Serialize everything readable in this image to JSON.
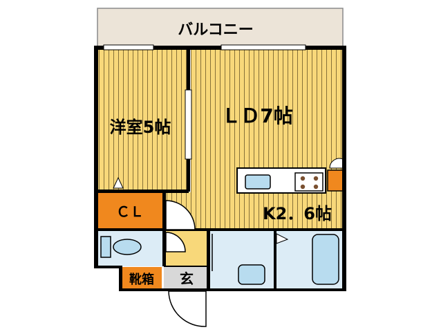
{
  "rooms": {
    "balcony": "バルコニー",
    "western_room": "洋室5帖",
    "living_dining": "ＬＤ7帖",
    "kitchen": "K2．6帖",
    "closet": "ＣＬ",
    "shoe_box": "靴箱",
    "entrance": "玄"
  },
  "colors": {
    "floor_wood": "#f8d87a",
    "wood_stripe": "#7a6530",
    "balcony": "#ece4d8",
    "closet": "#f0881e",
    "wet_area": "#dcecf6",
    "fixture": "#b8dcef",
    "entrance_floor": "#d8d8d8",
    "wall": "#000000"
  }
}
